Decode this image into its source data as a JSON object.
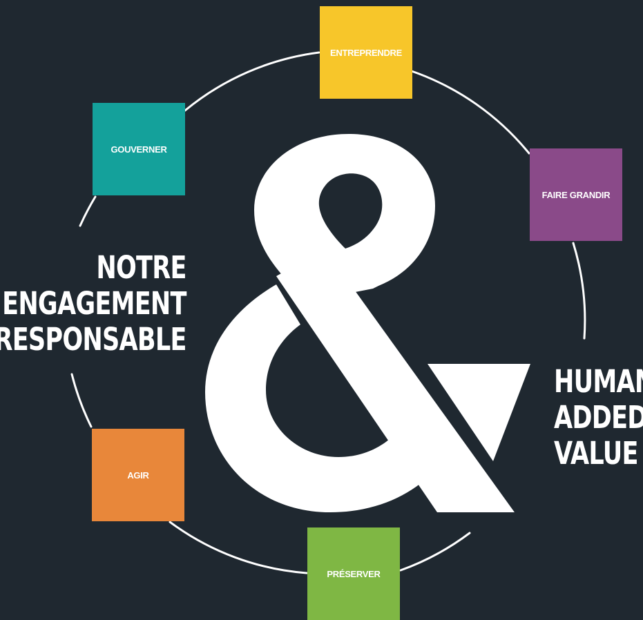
{
  "colors": {
    "background": "#1f2830",
    "ring": "#ffffff",
    "logo": "#ffffff",
    "entreprendre": "#f7c62a",
    "faire_grandir": "#8a4a89",
    "gouverner": "#14a19b",
    "agir": "#e8873a",
    "preserver": "#7fb744"
  },
  "logo_icon": "ampersand-triangle-logo",
  "pillars": {
    "entreprendre": "ENTREPRENDRE",
    "faire_grandir": "FAIRE GRANDIR",
    "gouverner": "GOUVERNER",
    "agir": "AGIR",
    "preserver": "PRÉSERVER"
  },
  "title_left": [
    "NOTRE",
    "ENGAGEMENT",
    "RESPONSABLE"
  ],
  "title_right": [
    "HUMAN",
    "ADDED",
    "VALUE"
  ]
}
